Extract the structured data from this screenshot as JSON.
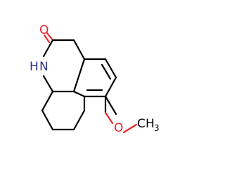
{
  "molecule": {
    "atoms": {
      "carbonyl_oxygen": "O",
      "amide_nitrogen": "N",
      "amide_hydrogen": "H",
      "ether_oxygen": "O",
      "methyl_carbon": "C",
      "methyl_hydrogen": "H",
      "methyl_h_count": "3"
    },
    "colors": {
      "oxygen": "#e8262a",
      "nitrogen": "#2d3094",
      "carbon": "#000000",
      "background": "#ffffff"
    }
  }
}
